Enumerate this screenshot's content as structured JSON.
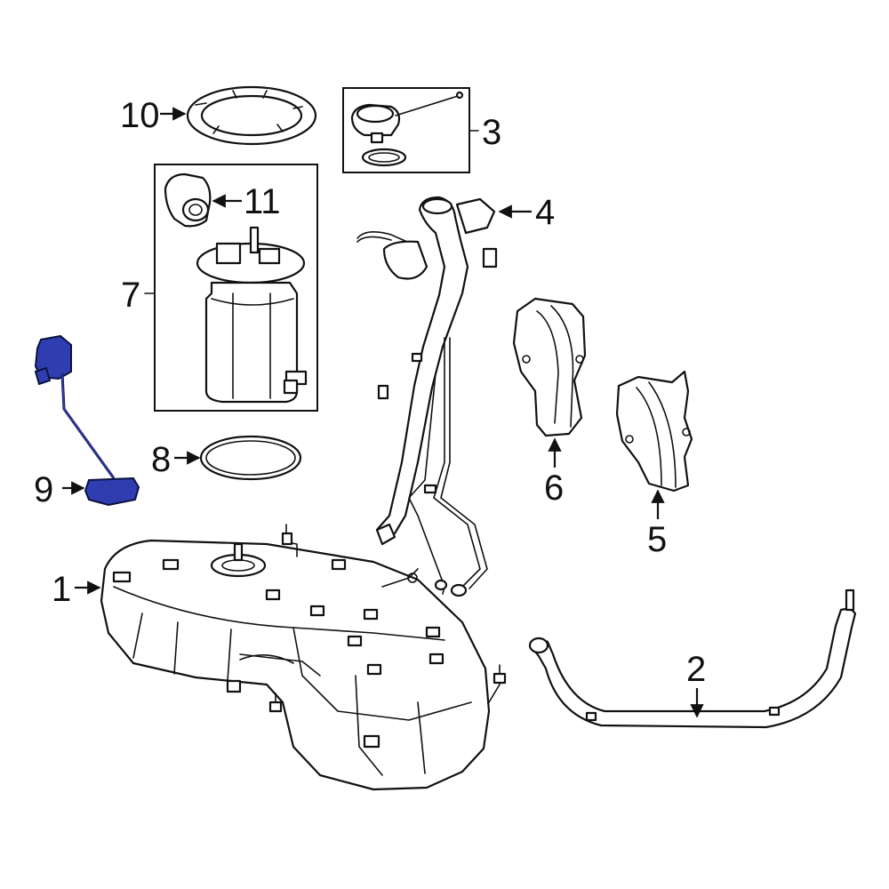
{
  "diagram": {
    "callouts": {
      "c1": "1",
      "c2": "2",
      "c3": "3",
      "c4": "4",
      "c5": "5",
      "c6": "6",
      "c7": "7",
      "c8": "8",
      "c9": "9",
      "c10": "10",
      "c11": "11"
    },
    "highlight_color": "#2f3db0",
    "highlighted_part": "9"
  }
}
